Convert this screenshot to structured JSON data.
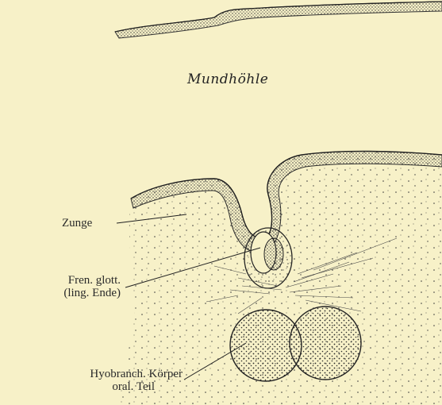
{
  "figure": {
    "cavity_label": "Mundhöhle",
    "labels": {
      "tongue": "Zunge",
      "frenulum_line1": "Fren. glott.",
      "frenulum_line2": "(ling. Ende)",
      "hyobranch_line1": "Hyobranch. Körper",
      "hyobranch_line2": "oral. Teil"
    }
  }
}
